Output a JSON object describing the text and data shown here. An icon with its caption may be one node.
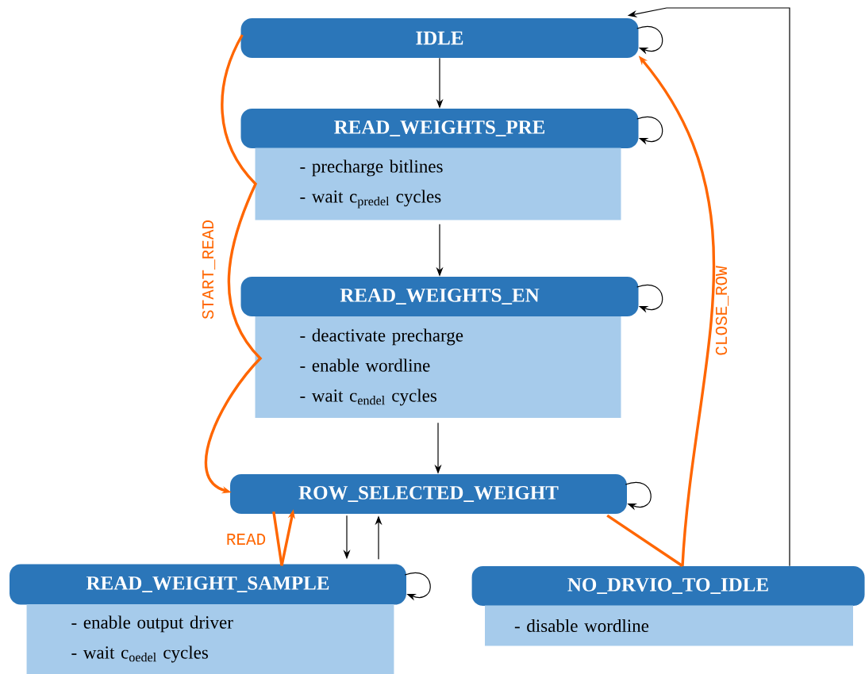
{
  "diagram": {
    "nodes": [
      {
        "text": [
          "IDLE"
        ]
      },
      {
        "text": [
          "READ_WEIGHTS_PRE"
        ]
      },
      {
        "text": [
          "- precharge bitlines",
          "- wait c$_{predel}$ cycles"
        ]
      },
      {
        "text": [
          "READ_WEIGHTS_EN"
        ]
      },
      {
        "text": [
          "- deactivate precharge",
          "- enable wordline",
          "- wait c$_{endel}$ cycles"
        ]
      },
      {
        "text": [
          "ROW_SELECTED_WEIGHT"
        ]
      },
      {
        "text": [
          "READ_WEIGHT_SAMPLE"
        ]
      },
      {
        "text": [
          "- enable output driver",
          "- wait c$_{oedel}$ cycles"
        ]
      },
      {
        "text": [
          "NO_DRVIO_TO_IDLE"
        ]
      },
      {
        "text": [
          "- disable wordline"
        ]
      }
    ],
    "edges": [
      {
        "from": 0,
        "to": 0,
        "arrow": "to"
      },
      {
        "from": 0,
        "to": 1,
        "arrow": "to"
      },
      {
        "from": 1,
        "to": 1,
        "arrow": "to"
      },
      {
        "from": 2,
        "to": 3,
        "arrow": "to"
      },
      {
        "from": 3,
        "to": 3,
        "arrow": "to"
      },
      {
        "from": 4,
        "to": 5,
        "arrow": "to"
      },
      {
        "from": 5,
        "to": 5,
        "arrow": "to"
      },
      {
        "from": 5,
        "to": 6,
        "arrow": "to"
      },
      {
        "from": 6,
        "to": 5,
        "arrow": "to"
      },
      {
        "from": 6,
        "to": 6,
        "arrow": "to"
      },
      {
        "from": 8,
        "to": 0,
        "arrow": "to"
      },
      {
        "from": 0,
        "to": 5,
        "arrow": "to",
        "label": "START_READ",
        "style": "thick",
        "color": "#ff6600"
      },
      {
        "from": 5,
        "to": 6,
        "arrow": "none",
        "style": "thick",
        "color": "#ff6600"
      },
      {
        "from": 6,
        "to": 5,
        "arrow": "to",
        "label": "READ",
        "style": "thick",
        "color": "#ff6600"
      },
      {
        "from": 5,
        "to": 8,
        "arrow": "none",
        "style": "thick",
        "color": "#ff6600"
      },
      {
        "from": 8,
        "to": 0,
        "arrow": "to",
        "label": "CLOSE_ROW",
        "style": "thick",
        "color": "#ff6600"
      }
    ]
  }
}
